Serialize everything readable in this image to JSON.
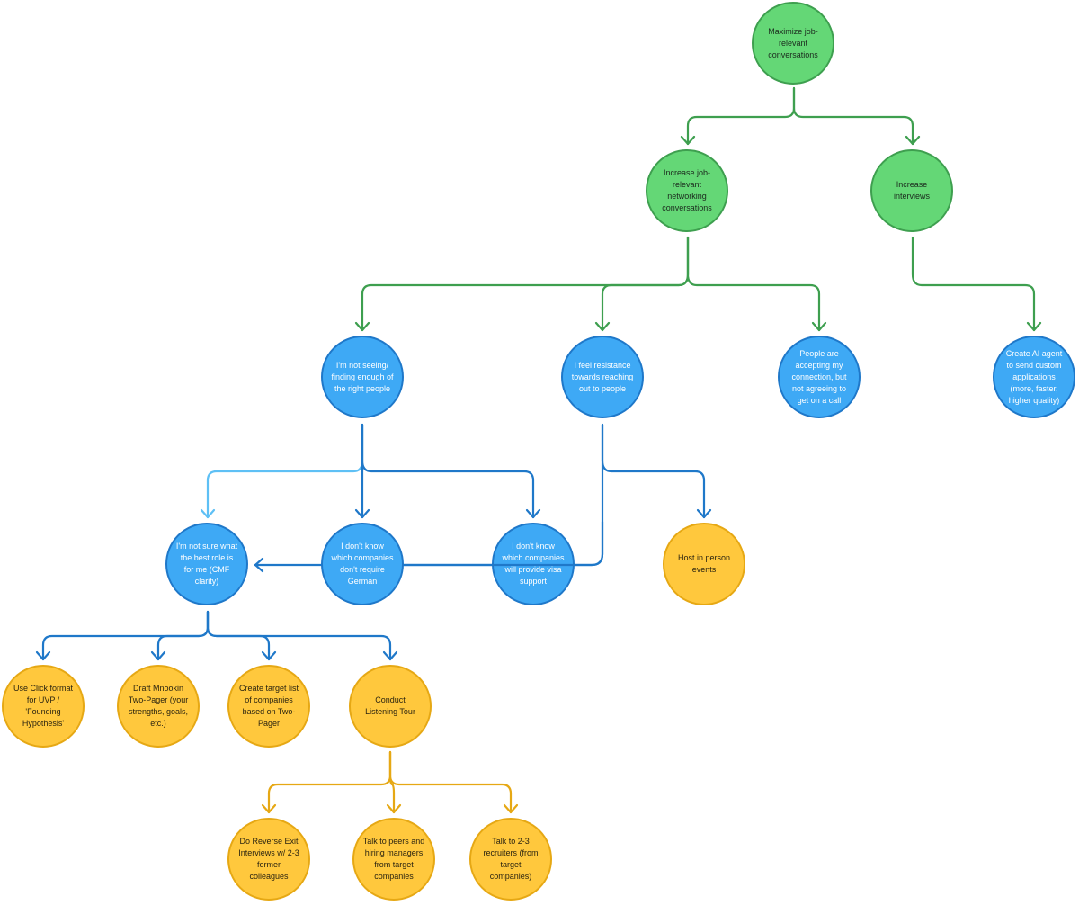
{
  "colors": {
    "green_fill": "#64d776",
    "green_stroke": "#3e9f4f",
    "blue_fill": "#3ea9f5",
    "blue_stroke": "#1f78c9",
    "light_blue_stroke": "#5ec0f5",
    "yellow_fill": "#ffc83d",
    "yellow_stroke": "#e6a814"
  },
  "nodes": {
    "root": "Maximize job-relevant conversations",
    "networking": "Increase job-relevant networking conversations",
    "interviews": "Increase interviews",
    "not_seeing": "I'm not seeing/ finding enough of the right people",
    "resistance": "I feel resistance towards reaching out to people",
    "accepting": "People are accepting my connection, but not agreeing to get on a call",
    "ai_agent": "Create AI agent to send custom applications (more, faster, higher quality)",
    "not_sure": "I'm not sure what the best role is for me (CMF clarity)",
    "german": "I don't know which companies don't require German",
    "visa": "I don't know which companies will provide visa support",
    "host_events": "Host in person events",
    "click_format": "Use Click format for UVP / 'Founding Hypothesis'",
    "mnookin": "Draft Mnookin Two-Pager (your strengths, goals, etc.)",
    "target_list": "Create target list of companies based on Two-Pager",
    "listening_tour": "Conduct Listening Tour",
    "reverse_exit": "Do Reverse Exit Interviews w/ 2-3 former colleagues",
    "peers": "Talk to peers and hiring managers from target companies",
    "recruiters": "Talk to 2-3 recruiters (from target companies)"
  }
}
